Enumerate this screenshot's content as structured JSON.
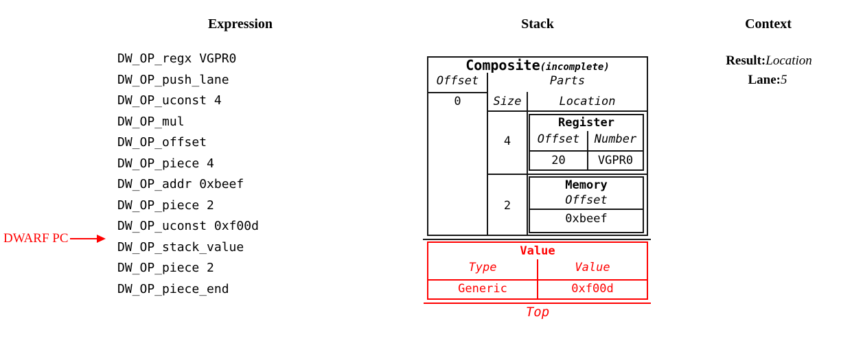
{
  "titles": {
    "expression": "Expression",
    "stack": "Stack",
    "context": "Context"
  },
  "expression": {
    "pc_label": "DWARF PC",
    "opcodes": [
      "DW_OP_regx VGPR0",
      "DW_OP_push_lane",
      "DW_OP_uconst 4",
      "DW_OP_mul",
      "DW_OP_offset",
      "DW_OP_piece 4",
      "DW_OP_addr 0xbeef",
      "DW_OP_piece 2",
      "DW_OP_uconst 0xf00d",
      "DW_OP_stack_value",
      "DW_OP_piece 2",
      "DW_OP_piece_end"
    ]
  },
  "stack": {
    "composite": {
      "title": "Composite",
      "qualifier": "(incomplete)",
      "headers": {
        "offset": "Offset",
        "parts": "Parts",
        "size": "Size",
        "location": "Location"
      },
      "offset_value": "0",
      "parts": [
        {
          "size": "4",
          "type": "Register",
          "headers": [
            "Offset",
            "Number"
          ],
          "values": [
            "20",
            "VGPR0"
          ]
        },
        {
          "size": "2",
          "type": "Memory",
          "headers": [
            "Offset"
          ],
          "values": [
            "0xbeef"
          ]
        }
      ]
    },
    "value_entry": {
      "title": "Value",
      "headers": [
        "Type",
        "Value"
      ],
      "values": [
        "Generic",
        "0xf00d"
      ]
    },
    "top_label": "Top"
  },
  "context": {
    "result_label": "Result:",
    "result_value": "Location",
    "lane_label": "Lane:",
    "lane_value": "5"
  },
  "colors": {
    "stack_top_accent": "#ff0000",
    "ink": "#000000"
  }
}
